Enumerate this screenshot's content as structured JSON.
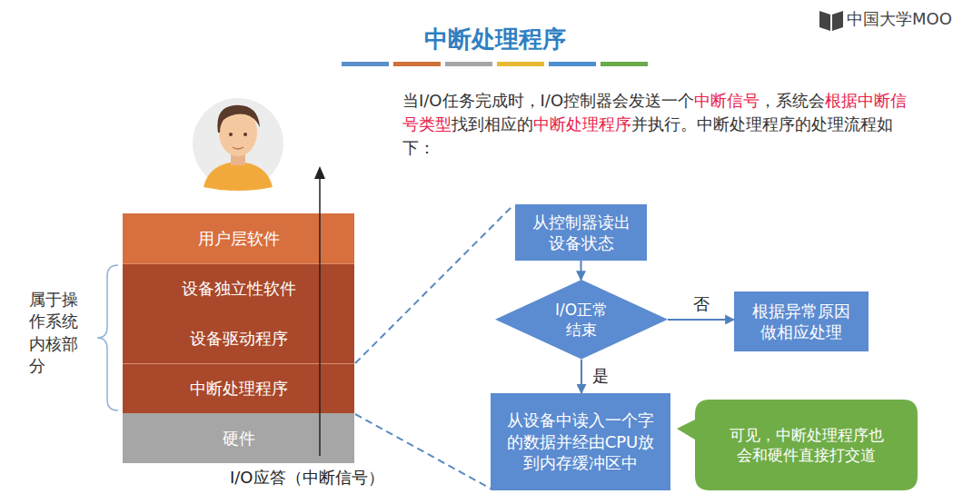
{
  "diagram": {
    "title": "中断处理程序",
    "nodes": [
      {
        "text": [
          "用户层软件"
        ]
      },
      {
        "text": [
          "设备独立性软件"
        ]
      },
      {
        "text": [
          "设备驱动程序"
        ]
      },
      {
        "text": [
          "中断处理程序"
        ]
      },
      {
        "text": [
          "硬件"
        ]
      },
      {
        "text": [
          "从控制器读出设备状态"
        ]
      },
      {
        "text": [
          "I/O正常结束"
        ]
      },
      {
        "text": [
          "根据异常原因做相应处理"
        ]
      },
      {
        "text": [
          "从设备中读入一个字的数据并经由CPU放到内存缓冲区中"
        ]
      },
      {
        "text": [
          "可见，中断处理程序也会和硬件直接打交道"
        ]
      }
    ],
    "edges": [
      {
        "from": 5,
        "to": 6,
        "arrow": "to"
      },
      {
        "from": 6,
        "to": 7,
        "label": "否",
        "arrow": "to"
      },
      {
        "from": 6,
        "to": 8,
        "label": "是",
        "arrow": "to"
      }
    ],
    "labels": [
      "中国大学MOO",
      "当I/O任务完成时，I/O控制器会发送一个",
      "中断信号",
      "，系统会",
      "根据中断信号类型",
      "找到相应的",
      "中断处理程序",
      "并执行。中断处理程序的处理流程如下：",
      "属于操作系统内核部分",
      "I/O应答（中断信号）"
    ]
  }
}
